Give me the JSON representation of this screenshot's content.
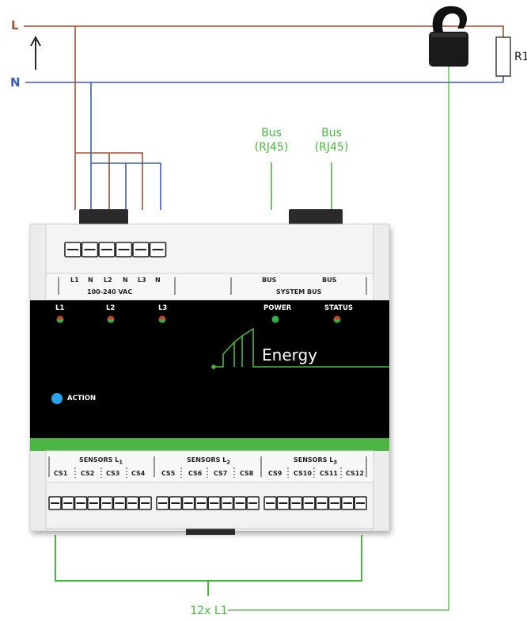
{
  "mains": {
    "l_label": "L",
    "n_label": "N",
    "l_color": "#a0522d",
    "n_color": "#3a5bb5"
  },
  "resistor_label": "R1",
  "bus_labels": [
    "Bus\n(RJ45)",
    "Bus\n(RJ45)"
  ],
  "bottom_label": "12x L1",
  "colors": {
    "accent": "#4bb543",
    "panel": "#000000",
    "housing": "#f2f2f2",
    "action_led": "#29a3ec"
  },
  "device": {
    "power_labels": [
      "L1",
      "N",
      "L2",
      "N",
      "L3",
      "N"
    ],
    "power_subscripts": [
      "1",
      "2",
      "3"
    ],
    "voltage_label": "100-240 VAC",
    "bus_port_labels": [
      "BUS",
      "BUS"
    ],
    "system_bus_label": "SYSTEM BUS",
    "leds": [
      {
        "label": "L1",
        "color": "bicolor"
      },
      {
        "label": "L2",
        "color": "bicolor"
      },
      {
        "label": "L3",
        "color": "bicolor"
      },
      {
        "label": "POWER",
        "color": "#2db34a"
      },
      {
        "label": "STATUS",
        "color": "bicolor"
      }
    ],
    "brand": "Energy",
    "action_label": "ACTION",
    "sensor_groups": [
      {
        "title": "SENSORS L",
        "sub": "1",
        "channels": [
          "CS1",
          "CS2",
          "CS3",
          "CS4"
        ]
      },
      {
        "title": "SENSORS L",
        "sub": "2",
        "channels": [
          "CS5",
          "CS6",
          "CS7",
          "CS8"
        ]
      },
      {
        "title": "SENSORS L",
        "sub": "3",
        "channels": [
          "CS9",
          "CS10",
          "CS11",
          "CS12"
        ]
      }
    ]
  }
}
